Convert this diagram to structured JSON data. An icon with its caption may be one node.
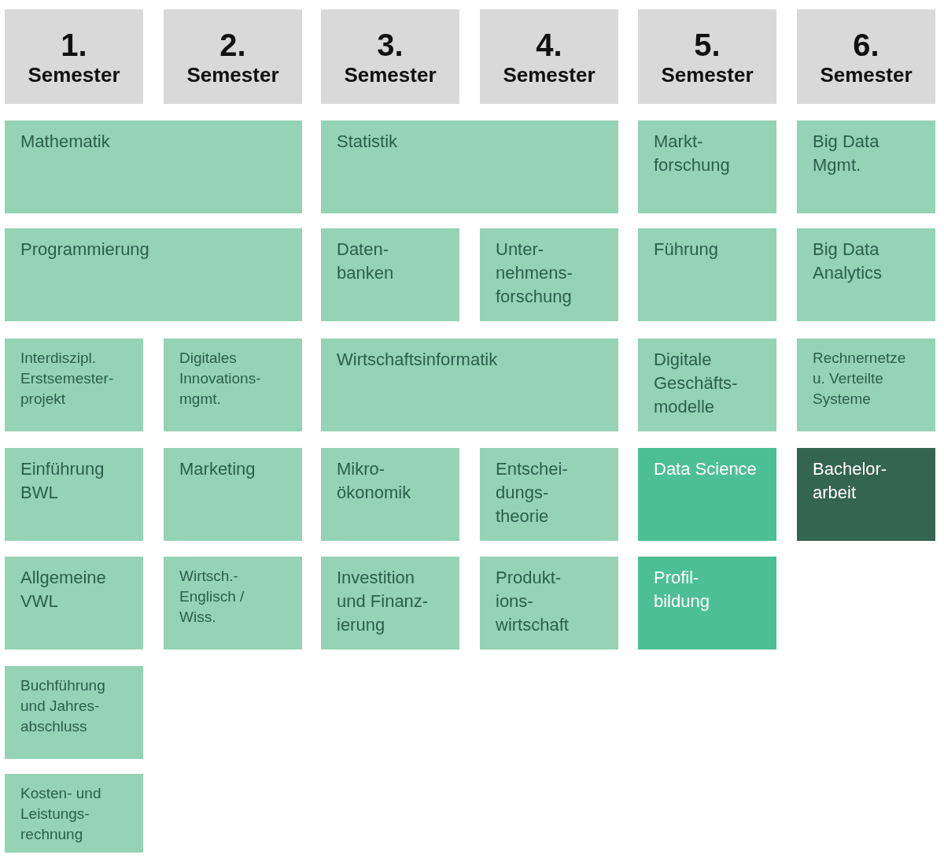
{
  "diagram": {
    "nodes": [
      {
        "text": [
          "1.",
          "Semester"
        ]
      },
      {
        "text": [
          "2.",
          "Semester"
        ]
      },
      {
        "text": [
          "3.",
          "Semester"
        ]
      },
      {
        "text": [
          "4.",
          "Semester"
        ]
      },
      {
        "text": [
          "5.",
          "Semester"
        ]
      },
      {
        "text": [
          "6.",
          "Semester"
        ]
      },
      {
        "text": [
          "Mathematik"
        ]
      },
      {
        "text": [
          "Statistik"
        ]
      },
      {
        "text": [
          "Markt- forschung"
        ]
      },
      {
        "text": [
          "Big Data Mgmt."
        ]
      },
      {
        "text": [
          "Programmierung"
        ]
      },
      {
        "text": [
          "Daten- banken"
        ]
      },
      {
        "text": [
          "Unter- nehmens- forschung"
        ]
      },
      {
        "text": [
          "Führung"
        ]
      },
      {
        "text": [
          "Big Data Analytics"
        ]
      },
      {
        "text": [
          "Interdiszipl. Erstsemester- projekt"
        ]
      },
      {
        "text": [
          "Digitales Innovations- mgmt."
        ]
      },
      {
        "text": [
          "Wirtschaftsinformatik"
        ]
      },
      {
        "text": [
          "Digitale Geschäfts- modelle"
        ]
      },
      {
        "text": [
          "Rechnernetze u. Verteilte Systeme"
        ]
      },
      {
        "text": [
          "Einführung BWL"
        ]
      },
      {
        "text": [
          "Marketing"
        ]
      },
      {
        "text": [
          "Mikro- ökonomik"
        ]
      },
      {
        "text": [
          "Entschei- dungs- theorie"
        ]
      },
      {
        "text": [
          "Data Science"
        ]
      },
      {
        "text": [
          "Bachelor- arbeit"
        ]
      },
      {
        "text": [
          "Allgemeine VWL"
        ]
      },
      {
        "text": [
          "Wirtsch.- Englisch / Wiss."
        ]
      },
      {
        "text": [
          "Investition und Finanz- ierung"
        ]
      },
      {
        "text": [
          "Produkt- ions- wirtschaft"
        ]
      },
      {
        "text": [
          "Profil- bildung"
        ]
      },
      {
        "text": [
          "Buchführung und Jahres- abschluss"
        ]
      },
      {
        "text": [
          "Kosten- und Leistungs- rechnung"
        ]
      }
    ]
  }
}
